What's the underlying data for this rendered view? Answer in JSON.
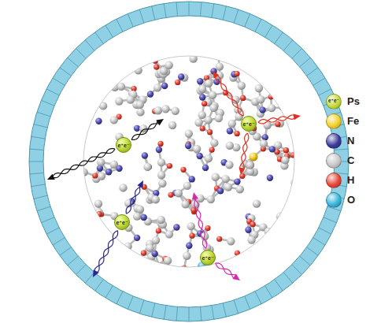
{
  "diagram": {
    "nodes": [
      {
        "text": [
          "e⁺e⁻"
        ]
      },
      {
        "text": [
          "e⁺e⁻"
        ]
      },
      {
        "text": [
          "e⁺e⁻"
        ]
      },
      {
        "text": [
          "e⁺e⁻"
        ]
      }
    ],
    "labels": [
      "e⁺e⁻"
    ],
    "legend": [
      {
        "text": "Ps",
        "color": "#c5dd3c"
      },
      {
        "text": "Fe",
        "color": "#f2d22c"
      },
      {
        "text": "N",
        "color": "#3c3a9a"
      },
      {
        "text": "C",
        "color": "#c9c9c9"
      },
      {
        "text": "H",
        "color": "#e8473a"
      },
      {
        "text": "O",
        "color": "#39b5dc"
      }
    ]
  }
}
